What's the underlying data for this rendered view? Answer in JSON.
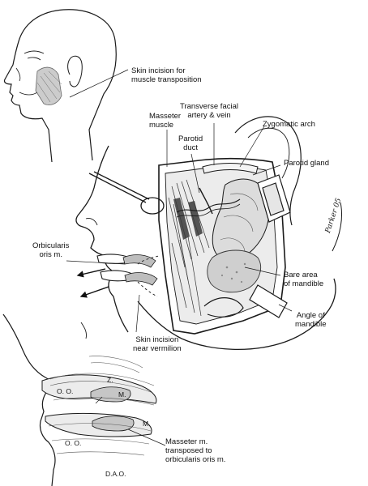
{
  "labels": {
    "skin_incision_transposition": "Skin incision for\nmuscle transposition",
    "transverse_facial": "Transverse facial\nartery & vein",
    "masseter_muscle": "Masseter\nmuscle",
    "zygomatic_arch": "Zygomatic arch",
    "parotid_duct": "Parotid\nduct",
    "parotid_gland": "Parotid gland",
    "orbicularis": "Orbicularis\noris m.",
    "bare_area": "Bare area\nof mandible",
    "angle_mandible": "Angle of\nmandible",
    "skin_incision_vermilion": "Skin incision\nnear vermilion",
    "masseter_transposed": "Masseter m.\ntransposed to\norbicularis oris m.",
    "oo_upper": "O. O.",
    "oo_lower": "O. O.",
    "z": "Z.",
    "m_upper": "M.",
    "m_lower": "M.",
    "dao": "D.A.O."
  },
  "signature": "Parker 05",
  "colors": {
    "ink": "#1a1a1a",
    "shade": "#9a9a9a",
    "tissue": "#d4d4d4",
    "paper": "#ffffff"
  }
}
